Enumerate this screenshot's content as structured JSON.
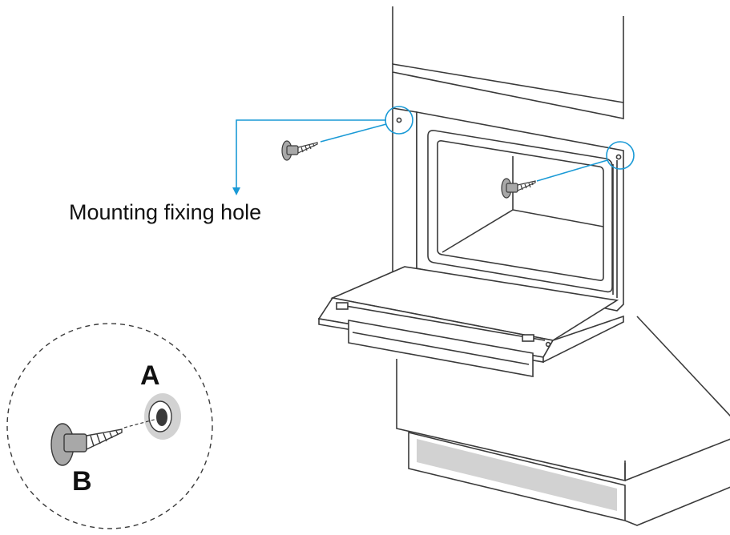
{
  "labels": {
    "mounting": "Mounting fixing hole",
    "a": "A",
    "b": "B"
  },
  "colors": {
    "line": "#3a3a3a",
    "callout": "#1a9ad6",
    "panel": "#d2d2d2",
    "screw": "#a8a8a8",
    "white": "#ffffff"
  },
  "icons": {
    "screw": "wood-screw-icon",
    "hole": "fixing-hole-icon"
  }
}
